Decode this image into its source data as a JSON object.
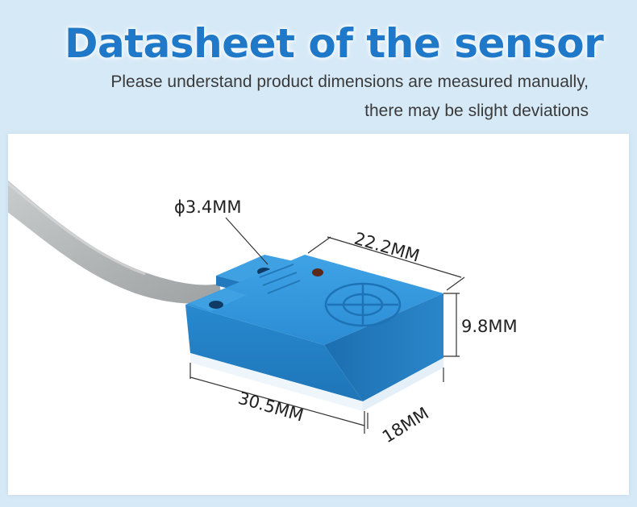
{
  "header": {
    "title": "Datasheet of the sensor",
    "subtitle_line1": "Please understand product dimensions are measured manually,",
    "subtitle_line2": "there may be slight deviations"
  },
  "dimensions": {
    "hole_diameter": "ϕ3.4MM",
    "width": "22.2MM",
    "height": "9.8MM",
    "length": "30.5MM",
    "depth": "18MM"
  },
  "colors": {
    "background": "#d6e9f7",
    "title": "#1f79c8",
    "sensor_body": "#2e92d8",
    "cable": "#b9bcbd"
  },
  "icons": {
    "product": "proximity-sensor-photo"
  }
}
